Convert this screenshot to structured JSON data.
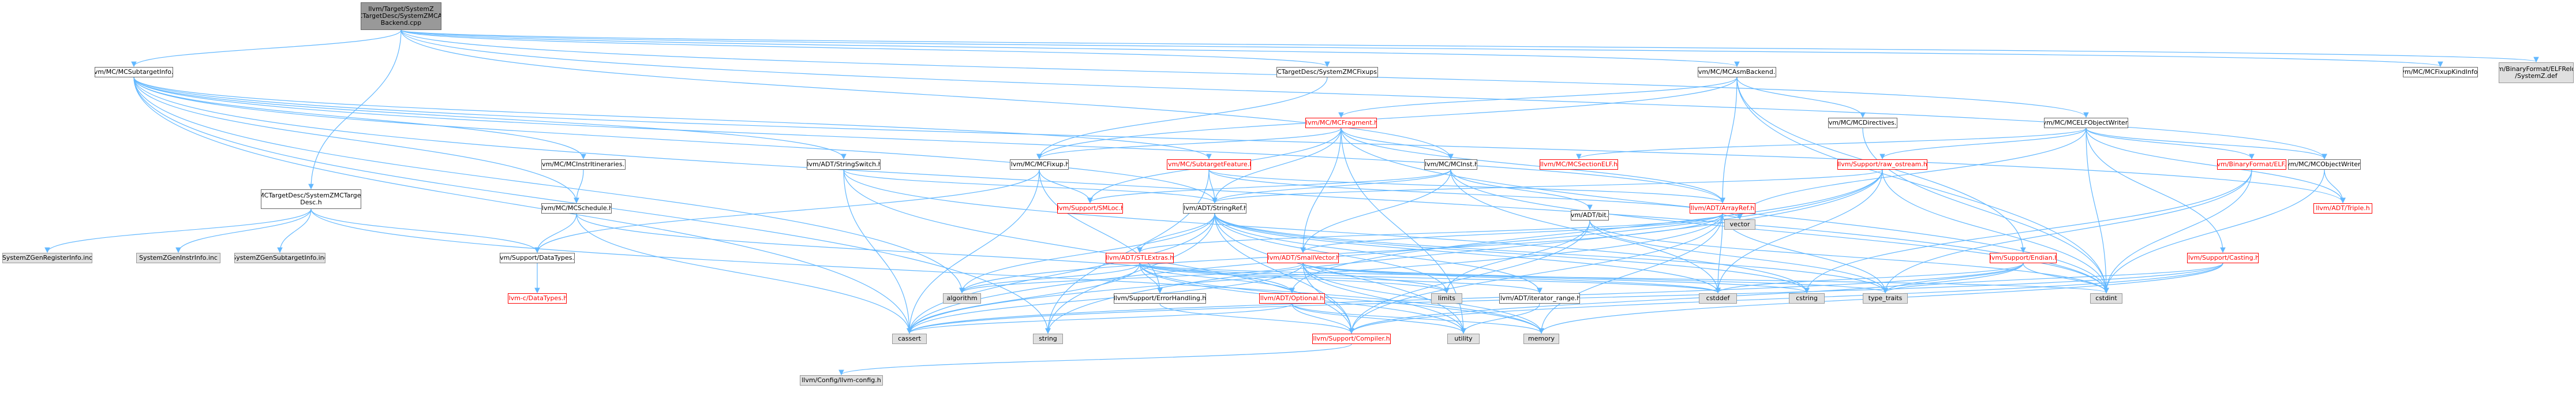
{
  "colors": {
    "edge": "#63b8ff",
    "root_fill": "#999999",
    "external_fill": "#e0e0e0",
    "node_border": "#666666",
    "incomplete_border": "#ff0000",
    "background": "#ffffff"
  },
  "nodes": [
    {
      "id": "root",
      "label": "llvm/Target/SystemZ\n/MCTargetDesc/SystemZMCAsm\nBackend.cpp",
      "kind": "root"
    },
    {
      "id": "subtarget",
      "label": "llvm/MC/MCSubtargetInfo.h",
      "kind": "normal"
    },
    {
      "id": "fixups",
      "label": "MCTargetDesc/SystemZMCFixups.h",
      "kind": "normal"
    },
    {
      "id": "asmbackend",
      "label": "llvm/MC/MCAsmBackend.h",
      "kind": "normal"
    },
    {
      "id": "fixupkind",
      "label": "llvm/MC/MCFixupKindInfo.h",
      "kind": "normal"
    },
    {
      "id": "elfrelocs",
      "label": "llvm/BinaryFormat/ELFRelocs\n/SystemZ.def",
      "kind": "external"
    },
    {
      "id": "targetdesc",
      "label": "MCTargetDesc/SystemZMCTarget\nDesc.h",
      "kind": "normal"
    },
    {
      "id": "fragment",
      "label": "llvm/MC/MCFragment.h",
      "kind": "red"
    },
    {
      "id": "directives",
      "label": "llvm/MC/MCDirectives.h",
      "kind": "normal"
    },
    {
      "id": "elfwriter",
      "label": "llvm/MC/MCELFObjectWriter.h",
      "kind": "normal"
    },
    {
      "id": "instritin",
      "label": "llvm/MC/MCInstrItineraries.h",
      "kind": "normal"
    },
    {
      "id": "stringswitch",
      "label": "llvm/ADT/StringSwitch.h",
      "kind": "normal"
    },
    {
      "id": "fixup",
      "label": "llvm/MC/MCFixup.h",
      "kind": "normal"
    },
    {
      "id": "subfeature",
      "label": "llvm/MC/SubtargetFeature.h",
      "kind": "red"
    },
    {
      "id": "mcinst",
      "label": "llvm/MC/MCInst.h",
      "kind": "normal"
    },
    {
      "id": "sectionelf",
      "label": "llvm/MC/MCSectionELF.h",
      "kind": "red"
    },
    {
      "id": "rawostream",
      "label": "llvm/Support/raw_ostream.h",
      "kind": "red"
    },
    {
      "id": "binelf",
      "label": "llvm/BinaryFormat/ELF.h",
      "kind": "red"
    },
    {
      "id": "objwriter",
      "label": "llvm/MC/MCObjectWriter.h",
      "kind": "normal"
    },
    {
      "id": "schedule",
      "label": "llvm/MC/MCSchedule.h",
      "kind": "normal"
    },
    {
      "id": "smloc",
      "label": "llvm/Support/SMLoc.h",
      "kind": "red"
    },
    {
      "id": "stringref",
      "label": "llvm/ADT/StringRef.h",
      "kind": "normal"
    },
    {
      "id": "arrayref",
      "label": "llvm/ADT/ArrayRef.h",
      "kind": "red"
    },
    {
      "id": "triple",
      "label": "llvm/ADT/Triple.h",
      "kind": "red"
    },
    {
      "id": "bit",
      "label": "llvm/ADT/bit.h",
      "kind": "normal"
    },
    {
      "id": "vector",
      "label": "vector",
      "kind": "external"
    },
    {
      "id": "endian",
      "label": "llvm/Support/Endian.h",
      "kind": "red"
    },
    {
      "id": "casting",
      "label": "llvm/Support/Casting.h",
      "kind": "red"
    },
    {
      "id": "genreg",
      "label": "SystemZGenRegisterInfo.inc",
      "kind": "external"
    },
    {
      "id": "geninstr",
      "label": "SystemZGenInstrInfo.inc",
      "kind": "external"
    },
    {
      "id": "gensub",
      "label": "SystemZGenSubtargetInfo.inc",
      "kind": "external"
    },
    {
      "id": "datatypes",
      "label": "llvm/Support/DataTypes.h",
      "kind": "normal"
    },
    {
      "id": "stlextras",
      "label": "llvm/ADT/STLExtras.h",
      "kind": "red"
    },
    {
      "id": "smallvector",
      "label": "llvm/ADT/SmallVector.h",
      "kind": "red"
    },
    {
      "id": "cdatatypes",
      "label": "llvm-c/DataTypes.h",
      "kind": "red"
    },
    {
      "id": "algorithm",
      "label": "algorithm",
      "kind": "external"
    },
    {
      "id": "errorhandling",
      "label": "llvm/Support/ErrorHandling.h",
      "kind": "normal"
    },
    {
      "id": "optional",
      "label": "llvm/ADT/Optional.h",
      "kind": "red"
    },
    {
      "id": "limits",
      "label": "limits",
      "kind": "external"
    },
    {
      "id": "iteratorrange",
      "label": "llvm/ADT/iterator_range.h",
      "kind": "normal"
    },
    {
      "id": "cstddef",
      "label": "cstddef",
      "kind": "external"
    },
    {
      "id": "cstring",
      "label": "cstring",
      "kind": "external"
    },
    {
      "id": "typetraits",
      "label": "type_traits",
      "kind": "external"
    },
    {
      "id": "cstdint",
      "label": "cstdint",
      "kind": "external"
    },
    {
      "id": "cassert",
      "label": "cassert",
      "kind": "external"
    },
    {
      "id": "string",
      "label": "string",
      "kind": "external"
    },
    {
      "id": "compiler",
      "label": "llvm/Support/Compiler.h",
      "kind": "red"
    },
    {
      "id": "utility",
      "label": "utility",
      "kind": "external"
    },
    {
      "id": "memory",
      "label": "memory",
      "kind": "external"
    },
    {
      "id": "llvmconfig",
      "label": "llvm/Config/llvm-config.h",
      "kind": "external"
    }
  ],
  "edges": [
    [
      "root",
      "subtarget"
    ],
    [
      "root",
      "fixups"
    ],
    [
      "root",
      "asmbackend"
    ],
    [
      "root",
      "fixupkind"
    ],
    [
      "root",
      "elfrelocs"
    ],
    [
      "root",
      "targetdesc"
    ],
    [
      "root",
      "elfwriter"
    ],
    [
      "root",
      "mcinst"
    ],
    [
      "root",
      "objwriter"
    ],
    [
      "asmbackend",
      "fragment"
    ],
    [
      "asmbackend",
      "directives"
    ],
    [
      "asmbackend",
      "fixup"
    ],
    [
      "asmbackend",
      "arrayref"
    ],
    [
      "asmbackend",
      "endian"
    ],
    [
      "asmbackend",
      "cstdint"
    ],
    [
      "fixups",
      "fixup"
    ],
    [
      "subtarget",
      "instritin"
    ],
    [
      "subtarget",
      "stringswitch"
    ],
    [
      "subtarget",
      "subfeature"
    ],
    [
      "subtarget",
      "schedule"
    ],
    [
      "subtarget",
      "stringref"
    ],
    [
      "subtarget",
      "arrayref"
    ],
    [
      "subtarget",
      "triple"
    ],
    [
      "subtarget",
      "algorithm"
    ],
    [
      "subtarget",
      "cassert"
    ],
    [
      "subtarget",
      "cstdint"
    ],
    [
      "subtarget",
      "string"
    ],
    [
      "targetdesc",
      "genreg"
    ],
    [
      "targetdesc",
      "geninstr"
    ],
    [
      "targetdesc",
      "gensub"
    ],
    [
      "targetdesc",
      "datatypes"
    ],
    [
      "targetdesc",
      "memory"
    ],
    [
      "fragment",
      "mcinst"
    ],
    [
      "fragment",
      "arrayref"
    ],
    [
      "fragment",
      "smallvector"
    ],
    [
      "fragment",
      "stringref"
    ],
    [
      "fragment",
      "smloc"
    ],
    [
      "fragment",
      "fixup"
    ],
    [
      "fragment",
      "cstdint"
    ],
    [
      "fragment",
      "utility"
    ],
    [
      "directives",
      "cstdint"
    ],
    [
      "elfwriter",
      "sectionelf"
    ],
    [
      "elfwriter",
      "binelf"
    ],
    [
      "elfwriter",
      "objwriter"
    ],
    [
      "elfwriter",
      "rawostream"
    ],
    [
      "elfwriter",
      "casting"
    ],
    [
      "elfwriter",
      "triple"
    ],
    [
      "elfwriter",
      "vector"
    ],
    [
      "elfwriter",
      "cstdint"
    ],
    [
      "instritin",
      "schedule"
    ],
    [
      "stringswitch",
      "stringref"
    ],
    [
      "stringswitch",
      "compiler"
    ],
    [
      "stringswitch",
      "cassert"
    ],
    [
      "stringswitch",
      "cstring"
    ],
    [
      "fixup",
      "smloc"
    ],
    [
      "fixup",
      "datatypes"
    ],
    [
      "fixup",
      "errorhandling"
    ],
    [
      "fixup",
      "cassert"
    ],
    [
      "subfeature",
      "stringref"
    ],
    [
      "subfeature",
      "arrayref"
    ],
    [
      "subfeature",
      "string"
    ],
    [
      "subfeature",
      "vector"
    ],
    [
      "mcinst",
      "stringref"
    ],
    [
      "mcinst",
      "smallvector"
    ],
    [
      "mcinst",
      "smloc"
    ],
    [
      "mcinst",
      "bit"
    ],
    [
      "mcinst",
      "cstddef"
    ],
    [
      "mcinst",
      "cstdint"
    ],
    [
      "rawostream",
      "stringref"
    ],
    [
      "rawostream",
      "optional"
    ],
    [
      "rawostream",
      "cstddef"
    ],
    [
      "rawostream",
      "cassert"
    ],
    [
      "rawostream",
      "cstdint"
    ],
    [
      "rawostream",
      "string"
    ],
    [
      "rawostream",
      "type_traits_dummy"
    ],
    [
      "binelf",
      "typetraits"
    ],
    [
      "binelf",
      "cstring"
    ],
    [
      "binelf",
      "cstdint"
    ],
    [
      "objwriter",
      "triple"
    ],
    [
      "objwriter",
      "cstdint"
    ],
    [
      "schedule",
      "optional"
    ],
    [
      "schedule",
      "datatypes"
    ],
    [
      "schedule",
      "cassert"
    ],
    [
      "stringref",
      "stlextras"
    ],
    [
      "stringref",
      "iteratorrange"
    ],
    [
      "stringref",
      "compiler"
    ],
    [
      "stringref",
      "algorithm"
    ],
    [
      "stringref",
      "cassert"
    ],
    [
      "stringref",
      "cstddef"
    ],
    [
      "stringref",
      "cstring"
    ],
    [
      "stringref",
      "limits"
    ],
    [
      "stringref",
      "string"
    ],
    [
      "stringref",
      "typetraits"
    ],
    [
      "stringref",
      "utility"
    ],
    [
      "arrayref",
      "stlextras"
    ],
    [
      "arrayref",
      "smallvector"
    ],
    [
      "arrayref",
      "compiler"
    ],
    [
      "arrayref",
      "algorithm"
    ],
    [
      "arrayref",
      "cassert"
    ],
    [
      "arrayref",
      "cstddef"
    ],
    [
      "arrayref",
      "memory"
    ],
    [
      "arrayref",
      "typetraits"
    ],
    [
      "arrayref",
      "vector"
    ],
    [
      "bit",
      "compiler"
    ],
    [
      "bit",
      "cstdint"
    ],
    [
      "bit",
      "limits"
    ],
    [
      "bit",
      "typetraits"
    ],
    [
      "endian",
      "compiler"
    ],
    [
      "endian",
      "cassert"
    ],
    [
      "endian",
      "cstddef"
    ],
    [
      "endian",
      "cstdint"
    ],
    [
      "endian",
      "typetraits"
    ],
    [
      "casting",
      "compiler"
    ],
    [
      "casting",
      "cassert"
    ],
    [
      "casting",
      "memory"
    ],
    [
      "casting",
      "typetraits"
    ],
    [
      "datatypes",
      "cdatatypes"
    ],
    [
      "stlextras",
      "errorhandling"
    ],
    [
      "stlextras",
      "optional"
    ],
    [
      "stlextras",
      "iteratorrange"
    ],
    [
      "stlextras",
      "algorithm"
    ],
    [
      "stlextras",
      "cassert"
    ],
    [
      "stlextras",
      "cstddef"
    ],
    [
      "stlextras",
      "cstdint"
    ],
    [
      "stlextras",
      "limits"
    ],
    [
      "stlextras",
      "memory"
    ],
    [
      "stlextras",
      "utility"
    ],
    [
      "smallvector",
      "compiler"
    ],
    [
      "smallvector",
      "algorithm"
    ],
    [
      "smallvector",
      "cassert"
    ],
    [
      "smallvector",
      "cstddef"
    ],
    [
      "smallvector",
      "cstring"
    ],
    [
      "smallvector",
      "limits"
    ],
    [
      "smallvector",
      "memory"
    ],
    [
      "smallvector",
      "typetraits"
    ],
    [
      "smallvector",
      "utility"
    ],
    [
      "errorhandling",
      "compiler"
    ],
    [
      "optional",
      "compiler"
    ],
    [
      "optional",
      "cassert"
    ],
    [
      "optional",
      "memory"
    ],
    [
      "optional",
      "utility"
    ],
    [
      "iteratorrange",
      "utility"
    ],
    [
      "compiler",
      "llvmconfig"
    ]
  ]
}
